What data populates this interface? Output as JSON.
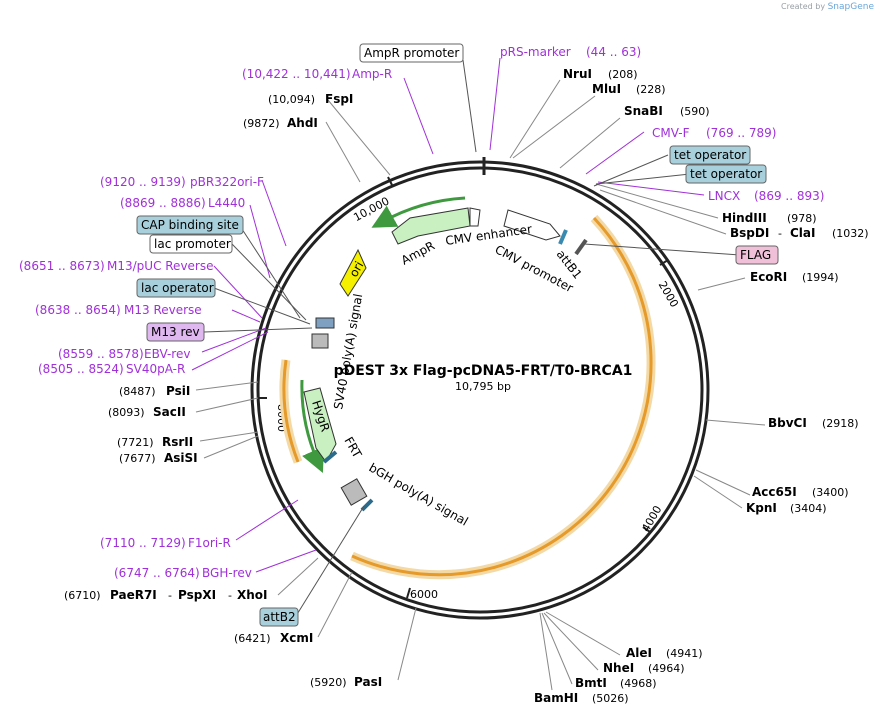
{
  "credit": {
    "created_by": "Created by",
    "brand": "SnapGene"
  },
  "plasmid": {
    "name": "pDEST 3x Flag-pcDNA5-FRT/T0-BRCA1",
    "size": "10,795 bp"
  },
  "ticks": [
    "2000",
    "4000",
    "6000",
    "8000",
    "10,000"
  ],
  "enzymes": [
    {
      "name": "NruI",
      "pos": "(208)"
    },
    {
      "name": "MluI",
      "pos": "(228)"
    },
    {
      "name": "SnaBI",
      "pos": "(590)"
    },
    {
      "name": "HindIII",
      "pos": "(978)"
    },
    {
      "name": "BspDI",
      "pos": "",
      "sep": "-"
    },
    {
      "name": "ClaI",
      "pos": "(1032)"
    },
    {
      "name": "EcoRI",
      "pos": "(1994)"
    },
    {
      "name": "BbvCI",
      "pos": "(2918)"
    },
    {
      "name": "Acc65I",
      "pos": "(3400)"
    },
    {
      "name": "KpnI",
      "pos": "(3404)"
    },
    {
      "name": "AleI",
      "pos": "(4941)"
    },
    {
      "name": "NheI",
      "pos": "(4964)"
    },
    {
      "name": "BmtI",
      "pos": "(4968)"
    },
    {
      "name": "BamHI",
      "pos": "(5026)"
    },
    {
      "name": "PasI",
      "pos": "(5920)"
    },
    {
      "name": "XcmI",
      "pos": "(6421)"
    },
    {
      "name": "PaeR7I",
      "pos": "(6710)"
    },
    {
      "name": "PspXI",
      "pos": "",
      "sep": "-"
    },
    {
      "name": "XhoI",
      "pos": "",
      "sep": "-"
    },
    {
      "name": "SacII",
      "pos": "(8093)"
    },
    {
      "name": "PsiI",
      "pos": "(8487)"
    },
    {
      "name": "RsrII",
      "pos": "(7721)"
    },
    {
      "name": "AsiSI",
      "pos": "(7677)"
    },
    {
      "name": "AhdI",
      "pos": "(9872)"
    },
    {
      "name": "FspI",
      "pos": "(10,094)"
    }
  ],
  "primers": [
    {
      "name": "pRS-marker",
      "range": "(44 .. 63)"
    },
    {
      "name": "CMV-F",
      "range": "(769 .. 789)"
    },
    {
      "name": "LNCX",
      "range": "(869 .. 893)"
    },
    {
      "name": "Amp-R",
      "range": "(10,422 .. 10,441)"
    },
    {
      "name": "pBR322ori-F",
      "range": "(9120 .. 9139)"
    },
    {
      "name": "L4440",
      "range": "(8869 .. 8886)"
    },
    {
      "name": "M13/pUC Reverse",
      "range": "(8651 .. 8673)"
    },
    {
      "name": "M13 Reverse",
      "range": "(8638 .. 8654)"
    },
    {
      "name": "EBV-rev",
      "range": "(8559 .. 8578)"
    },
    {
      "name": "SV40pA-R",
      "range": "(8505 .. 8524)"
    },
    {
      "name": "F1ori-R",
      "range": "(7110 .. 7129)"
    },
    {
      "name": "BGH-rev",
      "range": "(6747 .. 6764)"
    }
  ],
  "boxed_labels": [
    "AmpR promoter",
    "tet operator",
    "tet operator",
    "FLAG",
    "CAP binding site",
    "lac promoter",
    "lac operator",
    "M13 rev",
    "attB2"
  ],
  "features": [
    "AmpR",
    "CMV enhancer",
    "CMV promoter",
    "attB1",
    "ori",
    "SV40 poly(A) signal",
    "HygR",
    "FRT",
    "bGH poly(A) signal"
  ],
  "colors": {
    "backbone": "#222222",
    "primer": "#a030d8",
    "orange_arc": "#e59a2a",
    "green_arrow": "#3f9a3f",
    "ampr_fill": "#c8f0c0",
    "ori_fill": "#f5f000",
    "operator_fill": "#a8d0dc",
    "flag_fill": "#f0c0d8",
    "m13_fill": "#e0b8f0"
  }
}
